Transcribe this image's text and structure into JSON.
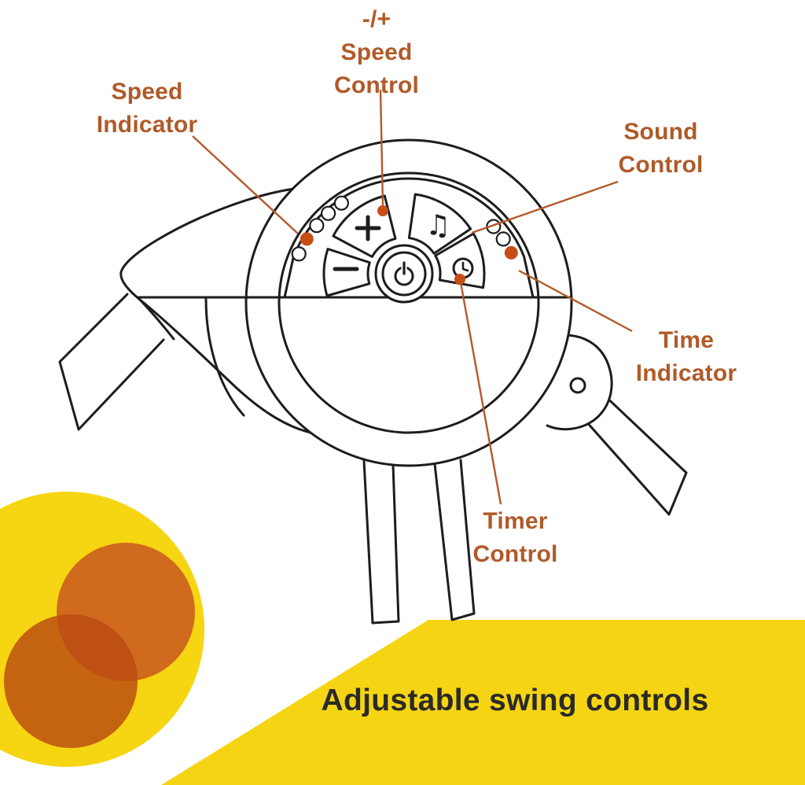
{
  "banner": {
    "title": "Adjustable swing controls"
  },
  "diagram": {
    "labels": {
      "speed_control": {
        "lines": [
          "-/+",
          "Speed",
          "Control"
        ]
      },
      "speed_indicator": {
        "lines": [
          "Speed",
          "Indicator"
        ]
      },
      "sound_control": {
        "lines": [
          "Sound",
          "Control"
        ]
      },
      "time_indicator": {
        "lines": [
          "Time",
          "Indicator"
        ]
      },
      "timer_control": {
        "lines": [
          "Timer",
          "Control"
        ]
      }
    },
    "control_panel": {
      "buttons": [
        {
          "name": "speed-up",
          "glyph": "+"
        },
        {
          "name": "speed-down",
          "glyph": "−"
        },
        {
          "name": "power",
          "glyph": "power-symbol"
        },
        {
          "name": "sound",
          "glyph": "♫"
        },
        {
          "name": "timer",
          "glyph": "clock-symbol"
        }
      ],
      "speed_led_count": 5,
      "time_led_count": 3
    },
    "icons": {
      "music": "♫",
      "plus": "+",
      "minus": "−"
    },
    "colors": {
      "label_text": "#b05a28",
      "callout_line": "#b5592a",
      "indicator_dot": "#c74d16",
      "banner_yellow": "#f5d513",
      "circle_yellow": "#f6d513",
      "circle_orange": "#d06a1c",
      "circle_dark_orange": "#b84a10",
      "outline": "#1d1d1d"
    }
  }
}
